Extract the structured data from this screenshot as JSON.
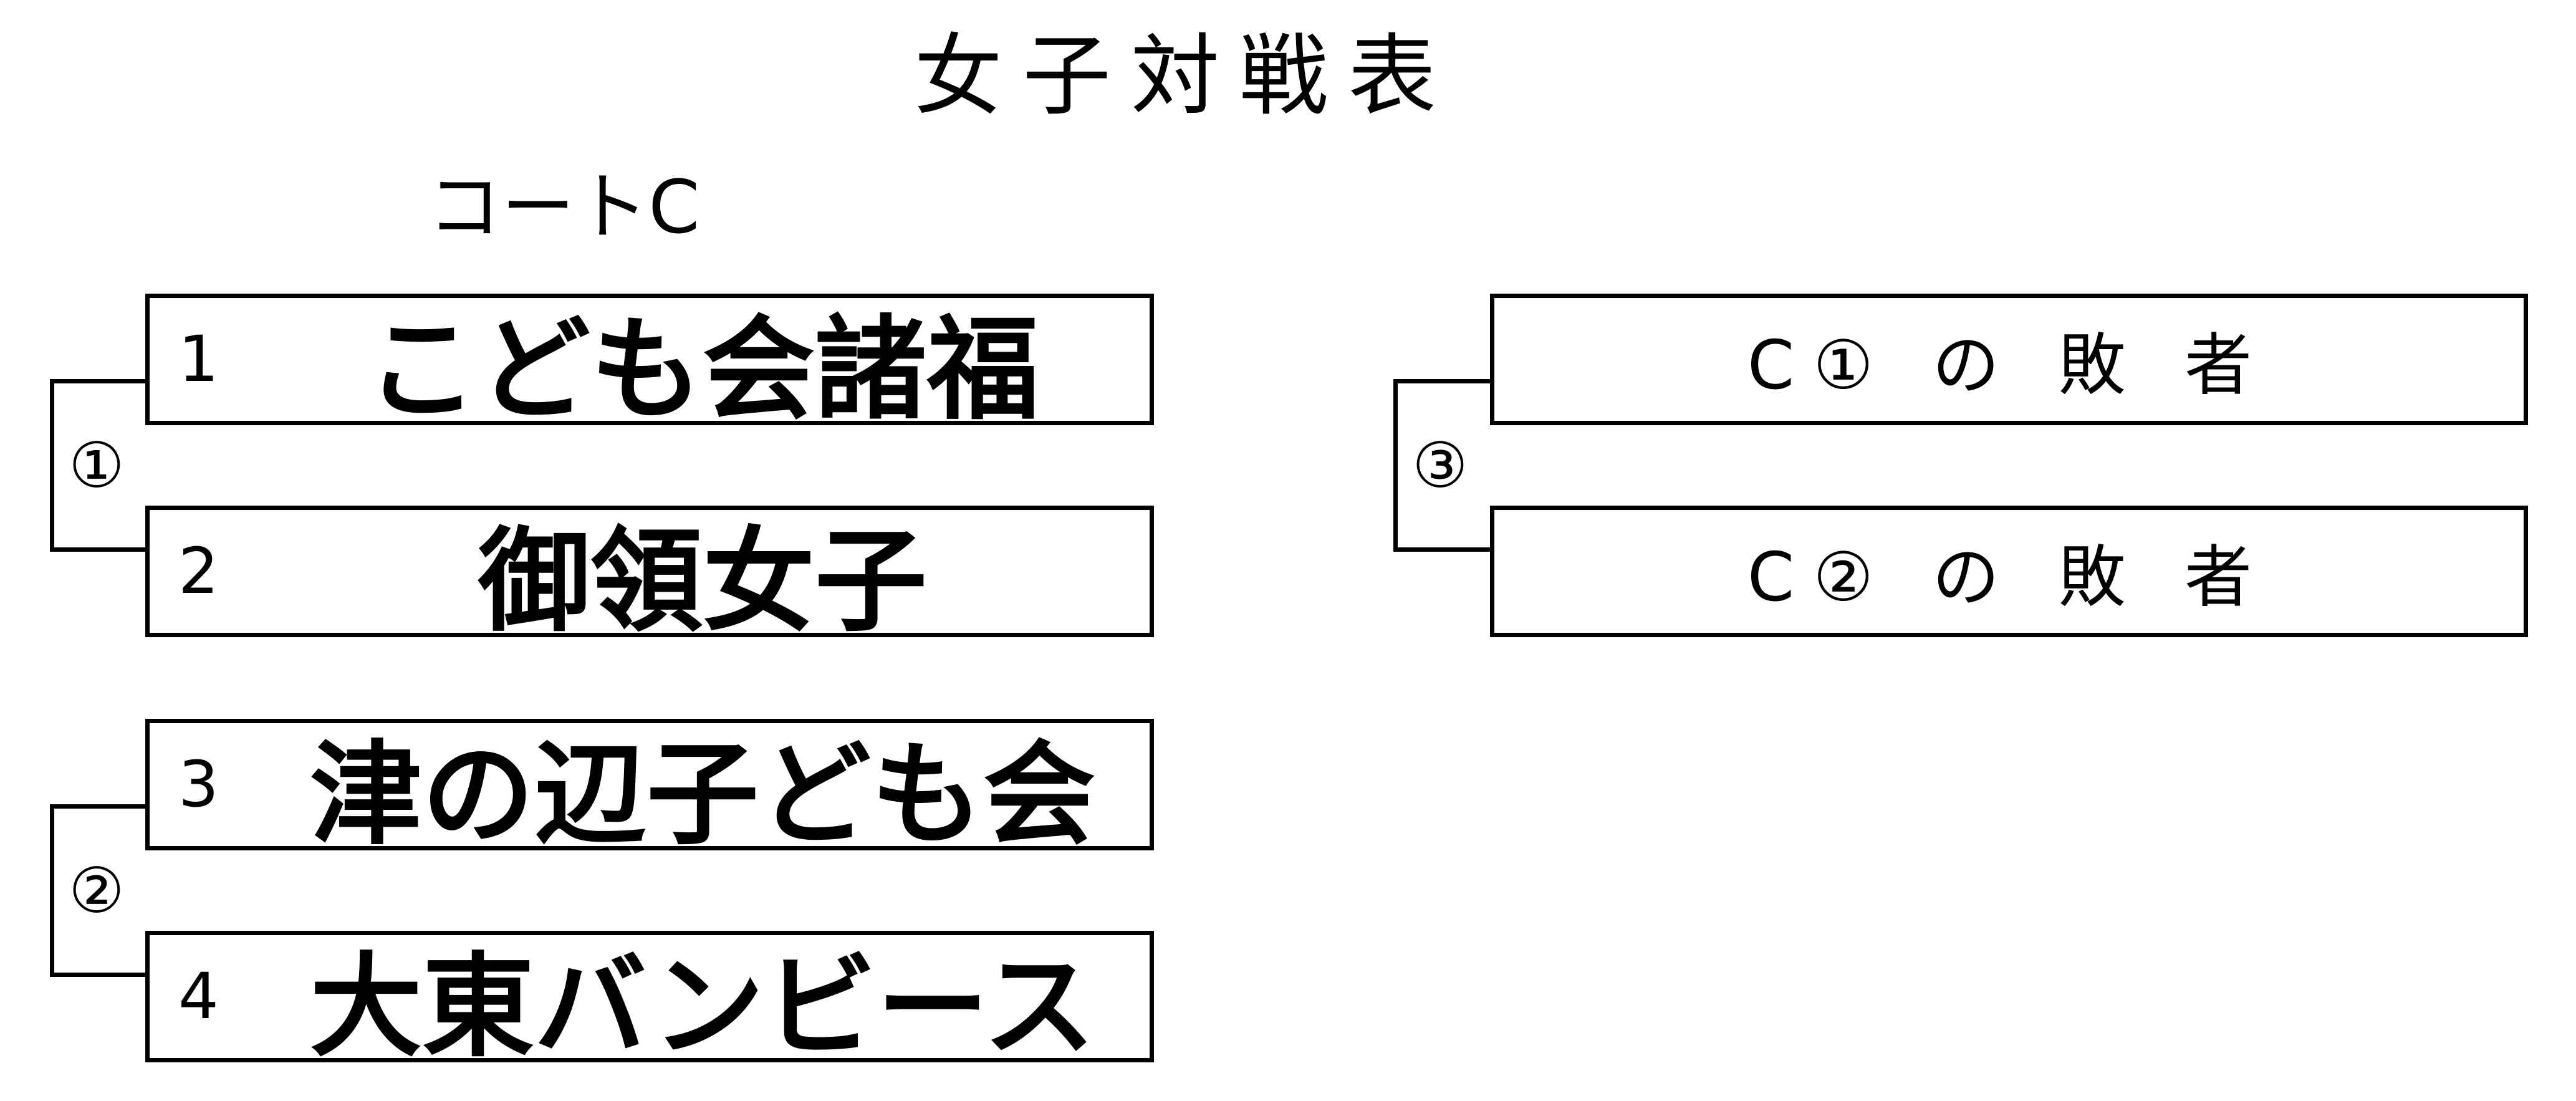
{
  "title": "女子対戦表",
  "court": "コートC",
  "teams": [
    {
      "seed": "1",
      "name": "こども会諸福"
    },
    {
      "seed": "2",
      "name": "御領女子"
    },
    {
      "seed": "3",
      "name": "津の辺子ども会"
    },
    {
      "seed": "4",
      "name": "大東バンビース"
    }
  ],
  "matches": [
    "①",
    "②",
    "③"
  ],
  "losers": [
    {
      "label": "C① の 敗 者"
    },
    {
      "label": "C② の 敗 者"
    }
  ]
}
